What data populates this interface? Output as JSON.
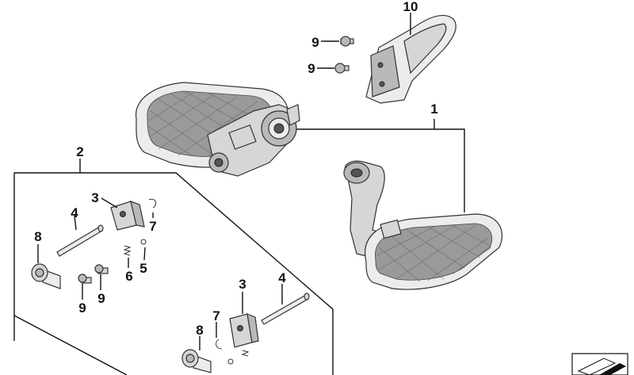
{
  "diagram": {
    "callouts": {
      "footboard_assembly": "1",
      "mounting_kit": "2",
      "bracket_upper": "3",
      "bracket_lower": "3",
      "pin_upper": "4",
      "pin_lower": "4",
      "ball": "5",
      "spring": "6",
      "clip_upper": "7",
      "clip_lower": "7",
      "bolt_upper": "8",
      "bolt_lower": "8",
      "screw_a": "9",
      "screw_b": "9",
      "screw_c": "9",
      "screw_d": "9",
      "heel_guard": "10"
    },
    "colors": {
      "line": "#111111",
      "part_fill": "#d6d6d6",
      "tread_fill": "#9a9a9a",
      "background": "#ffffff"
    },
    "corner_icon": "parts-catalog-mark-icon"
  }
}
